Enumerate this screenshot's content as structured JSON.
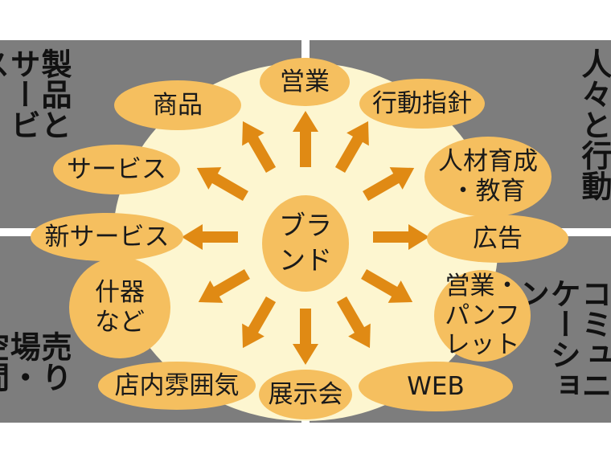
{
  "center": {
    "label": "ブラ\nンド"
  },
  "quadrants": {
    "products": "製品とサービス",
    "people": "人々と行動",
    "retail": "売り場・空間",
    "communication": "コミュニケーション"
  },
  "items": {
    "sales": "営業",
    "conduct": "行動指針",
    "hr": "人材育成\n・教育",
    "ads": "広告",
    "pamphlet": "営業・\nパンフ\nレット",
    "web": "WEB",
    "exhibit": "展示会",
    "ambience": "店内雰囲気",
    "fixtures": "什器\nなど",
    "new_service": "新サービス",
    "service": "サービス",
    "product": "商品"
  },
  "colors": {
    "panel": "#7d7d7d",
    "cream": "#fdf6d0",
    "oval": "#f5bf5f",
    "arrow": "#e08a14"
  }
}
